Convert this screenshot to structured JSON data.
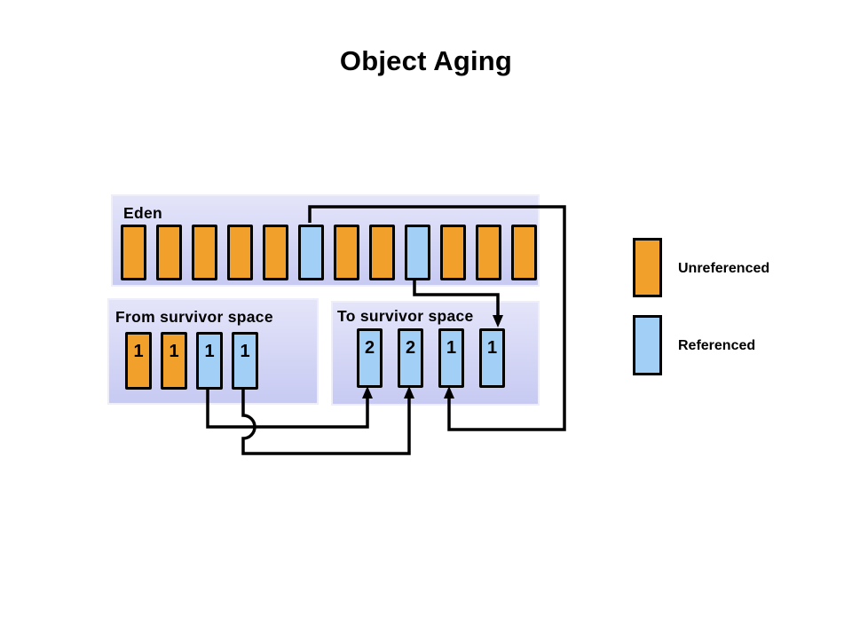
{
  "slide": {
    "title": "Object Aging"
  },
  "colors": {
    "unreferenced": "#F2A02C",
    "referenced": "#A1CFF5",
    "region_top": "#E4E4F9",
    "region_bottom": "#C7CAF2",
    "connector": "#000000"
  },
  "regions": {
    "eden": {
      "label": "Eden",
      "cells": [
        {
          "type": "unreferenced",
          "age": ""
        },
        {
          "type": "unreferenced",
          "age": ""
        },
        {
          "type": "unreferenced",
          "age": ""
        },
        {
          "type": "unreferenced",
          "age": ""
        },
        {
          "type": "unreferenced",
          "age": ""
        },
        {
          "type": "referenced",
          "age": ""
        },
        {
          "type": "unreferenced",
          "age": ""
        },
        {
          "type": "unreferenced",
          "age": ""
        },
        {
          "type": "referenced",
          "age": ""
        },
        {
          "type": "unreferenced",
          "age": ""
        },
        {
          "type": "unreferenced",
          "age": ""
        },
        {
          "type": "unreferenced",
          "age": ""
        }
      ]
    },
    "from_survivor": {
      "label": "From survivor space",
      "cells": [
        {
          "type": "unreferenced",
          "age": "1"
        },
        {
          "type": "unreferenced",
          "age": "1"
        },
        {
          "type": "referenced",
          "age": "1"
        },
        {
          "type": "referenced",
          "age": "1"
        }
      ]
    },
    "to_survivor": {
      "label": "To survivor space",
      "cells": [
        {
          "type": "referenced",
          "age": "2"
        },
        {
          "type": "referenced",
          "age": "2"
        },
        {
          "type": "referenced",
          "age": "1"
        },
        {
          "type": "referenced",
          "age": "1"
        }
      ]
    }
  },
  "legend": {
    "items": [
      {
        "swatch": "unreferenced",
        "label": "Unreferenced"
      },
      {
        "swatch": "referenced",
        "label": "Referenced"
      }
    ]
  },
  "connections": [
    {
      "from": "eden.cells.5",
      "to": "to_survivor.cells.2",
      "style": "arrow"
    },
    {
      "from": "eden.cells.8",
      "to": "to_survivor.cells.3",
      "style": "arrow"
    },
    {
      "from": "from_survivor.cells.2",
      "to": "to_survivor.cells.0",
      "style": "arrow"
    },
    {
      "from": "from_survivor.cells.3",
      "to": "to_survivor.cells.1",
      "style": "arrow-with-hop"
    }
  ]
}
